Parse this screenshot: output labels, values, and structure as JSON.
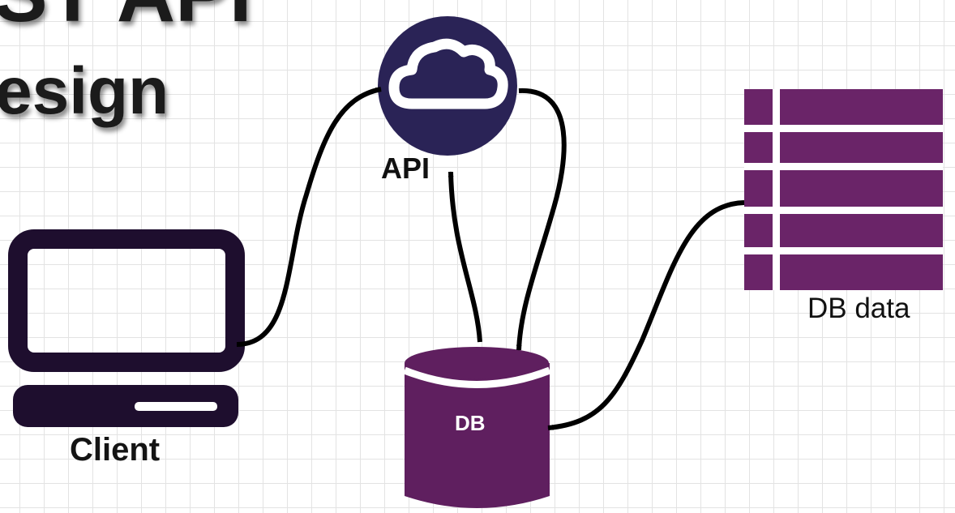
{
  "title": {
    "line1": "ST API",
    "line2": "esign"
  },
  "nodes": {
    "api": {
      "label": "API",
      "icon": "cloud-icon"
    },
    "client": {
      "label": "Client",
      "icon": "computer-icon"
    },
    "db": {
      "label": "DB",
      "icon": "database-icon"
    },
    "db_data": {
      "label": "DB data",
      "icon": "table-icon"
    }
  },
  "colors": {
    "api_circle": "#2a2356",
    "client": "#1e0e2e",
    "db": "#5f1f5f",
    "db_data": "#6a2468",
    "arrows": "#000000",
    "grid": "#e3e3e3"
  }
}
